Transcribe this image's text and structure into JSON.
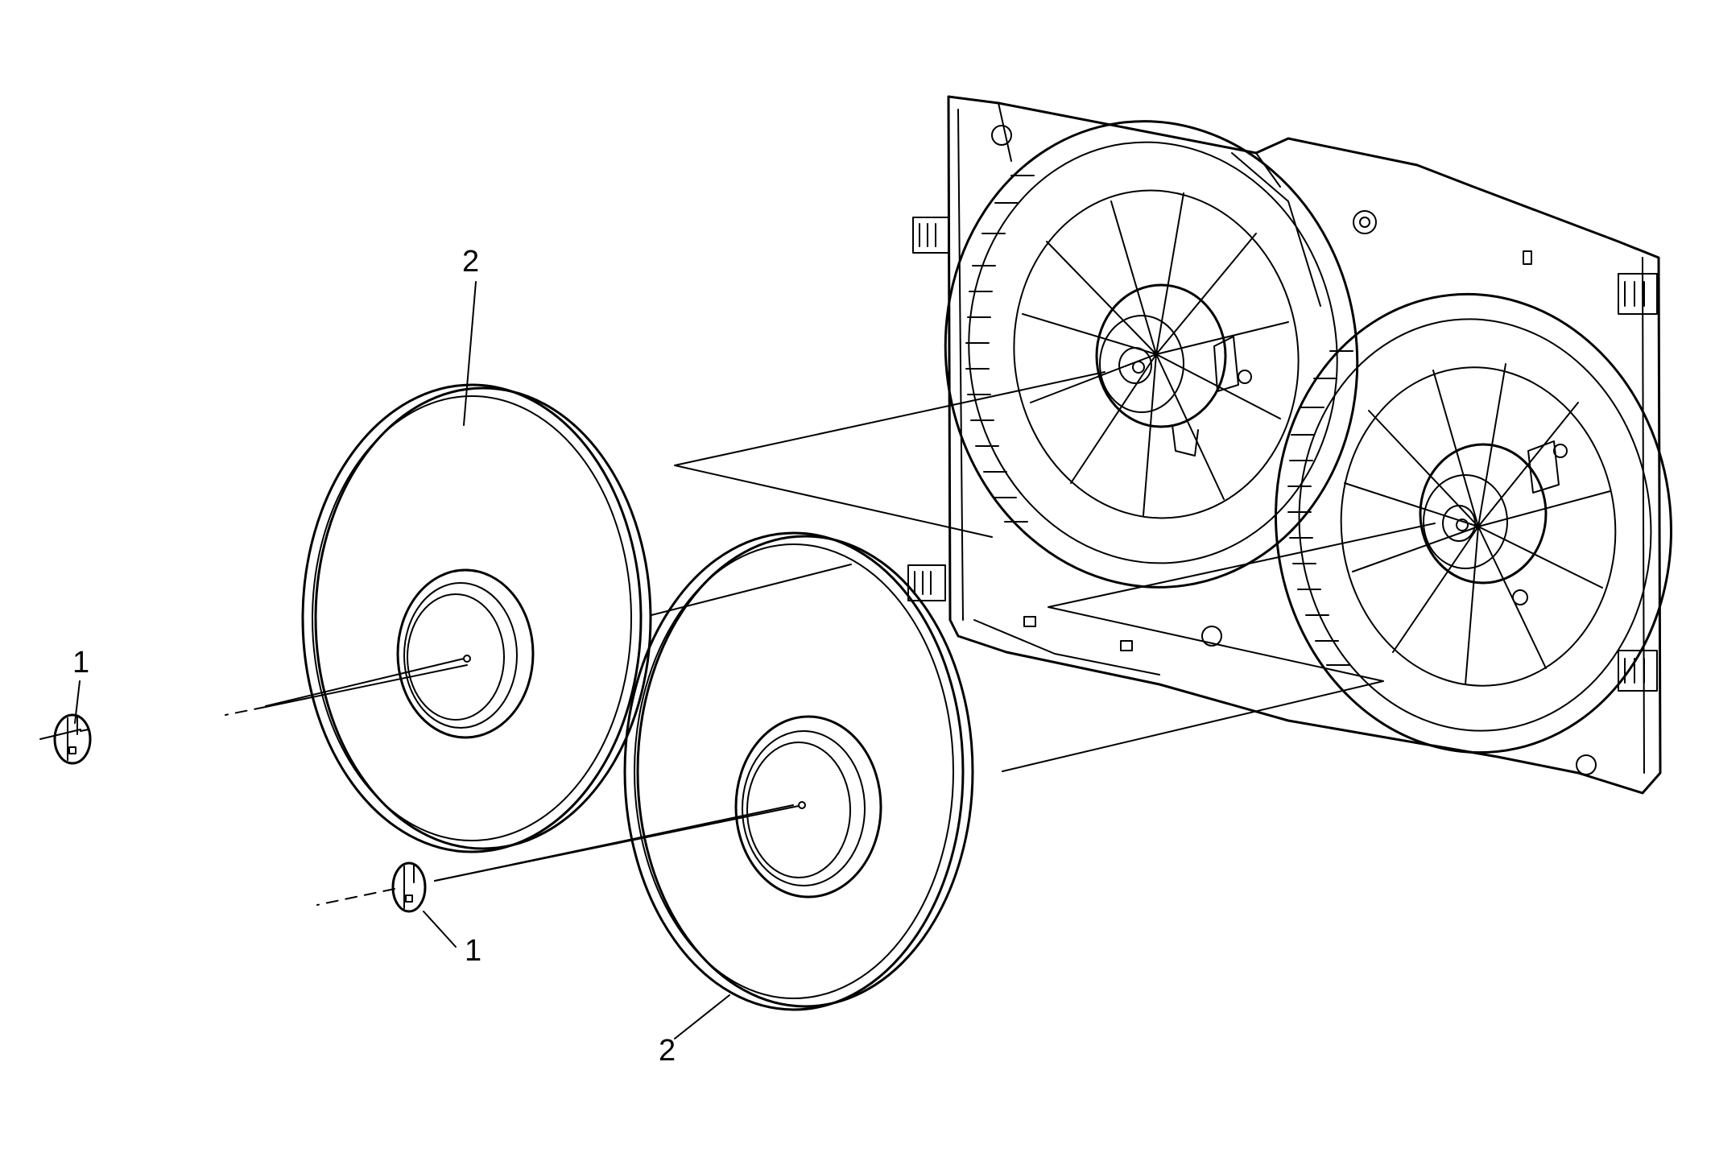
{
  "diagram": {
    "type": "exploded-view",
    "colors": {
      "line": "#000000",
      "background": "#ffffff"
    },
    "callouts": {
      "disc_top": "2",
      "clip_left": "1",
      "clip_mid": "1",
      "disc_bottom": "2"
    },
    "parts": [
      {
        "key": "clip",
        "callout": "1",
        "count": 2
      },
      {
        "key": "disc",
        "callout": "2",
        "count": 2
      }
    ],
    "assembly": "dual-fan-shroud"
  }
}
